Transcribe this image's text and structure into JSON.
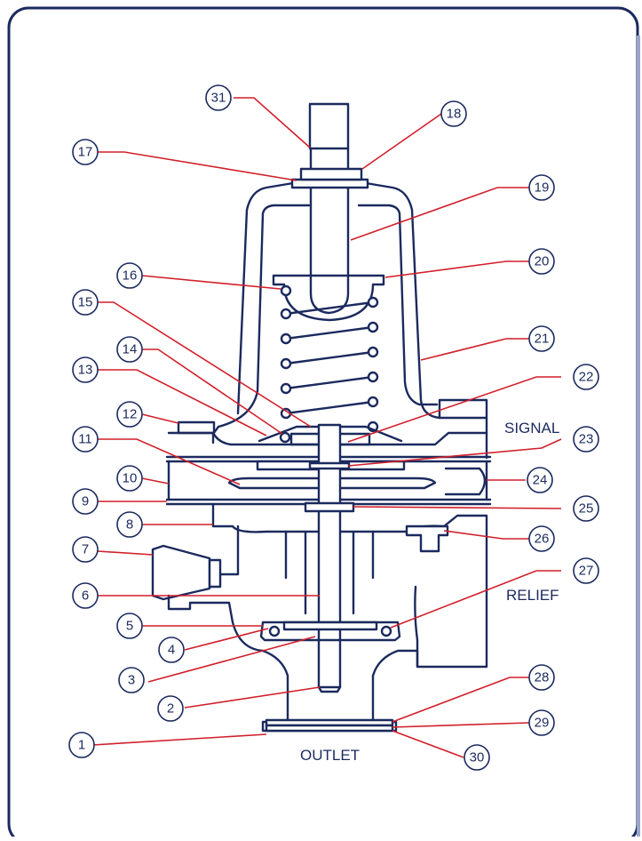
{
  "colors": {
    "frame": "#1b2a5e",
    "outline": "#1b2a5e",
    "leader": "#d11f2a",
    "background": "#ffffff"
  },
  "port_labels": {
    "signal": "SIGNAL",
    "relief": "RELIEF",
    "outlet": "OUTLET"
  },
  "callouts": [
    {
      "id": "c1",
      "label": "1"
    },
    {
      "id": "c2",
      "label": "2"
    },
    {
      "id": "c3",
      "label": "3"
    },
    {
      "id": "c4",
      "label": "4"
    },
    {
      "id": "c5",
      "label": "5"
    },
    {
      "id": "c6",
      "label": "6"
    },
    {
      "id": "c7",
      "label": "7"
    },
    {
      "id": "c8",
      "label": "8"
    },
    {
      "id": "c9",
      "label": "9"
    },
    {
      "id": "c10",
      "label": "10"
    },
    {
      "id": "c11",
      "label": "11"
    },
    {
      "id": "c12",
      "label": "12"
    },
    {
      "id": "c13",
      "label": "13"
    },
    {
      "id": "c14",
      "label": "14"
    },
    {
      "id": "c15",
      "label": "15"
    },
    {
      "id": "c16",
      "label": "16"
    },
    {
      "id": "c17",
      "label": "17"
    },
    {
      "id": "c18",
      "label": "18"
    },
    {
      "id": "c19",
      "label": "19"
    },
    {
      "id": "c20",
      "label": "20"
    },
    {
      "id": "c21",
      "label": "21"
    },
    {
      "id": "c22",
      "label": "22"
    },
    {
      "id": "c23",
      "label": "23"
    },
    {
      "id": "c24",
      "label": "24"
    },
    {
      "id": "c25",
      "label": "25"
    },
    {
      "id": "c26",
      "label": "26"
    },
    {
      "id": "c27",
      "label": "27"
    },
    {
      "id": "c28",
      "label": "28"
    },
    {
      "id": "c29",
      "label": "29"
    },
    {
      "id": "c30",
      "label": "30"
    },
    {
      "id": "c31",
      "label": "31"
    }
  ]
}
